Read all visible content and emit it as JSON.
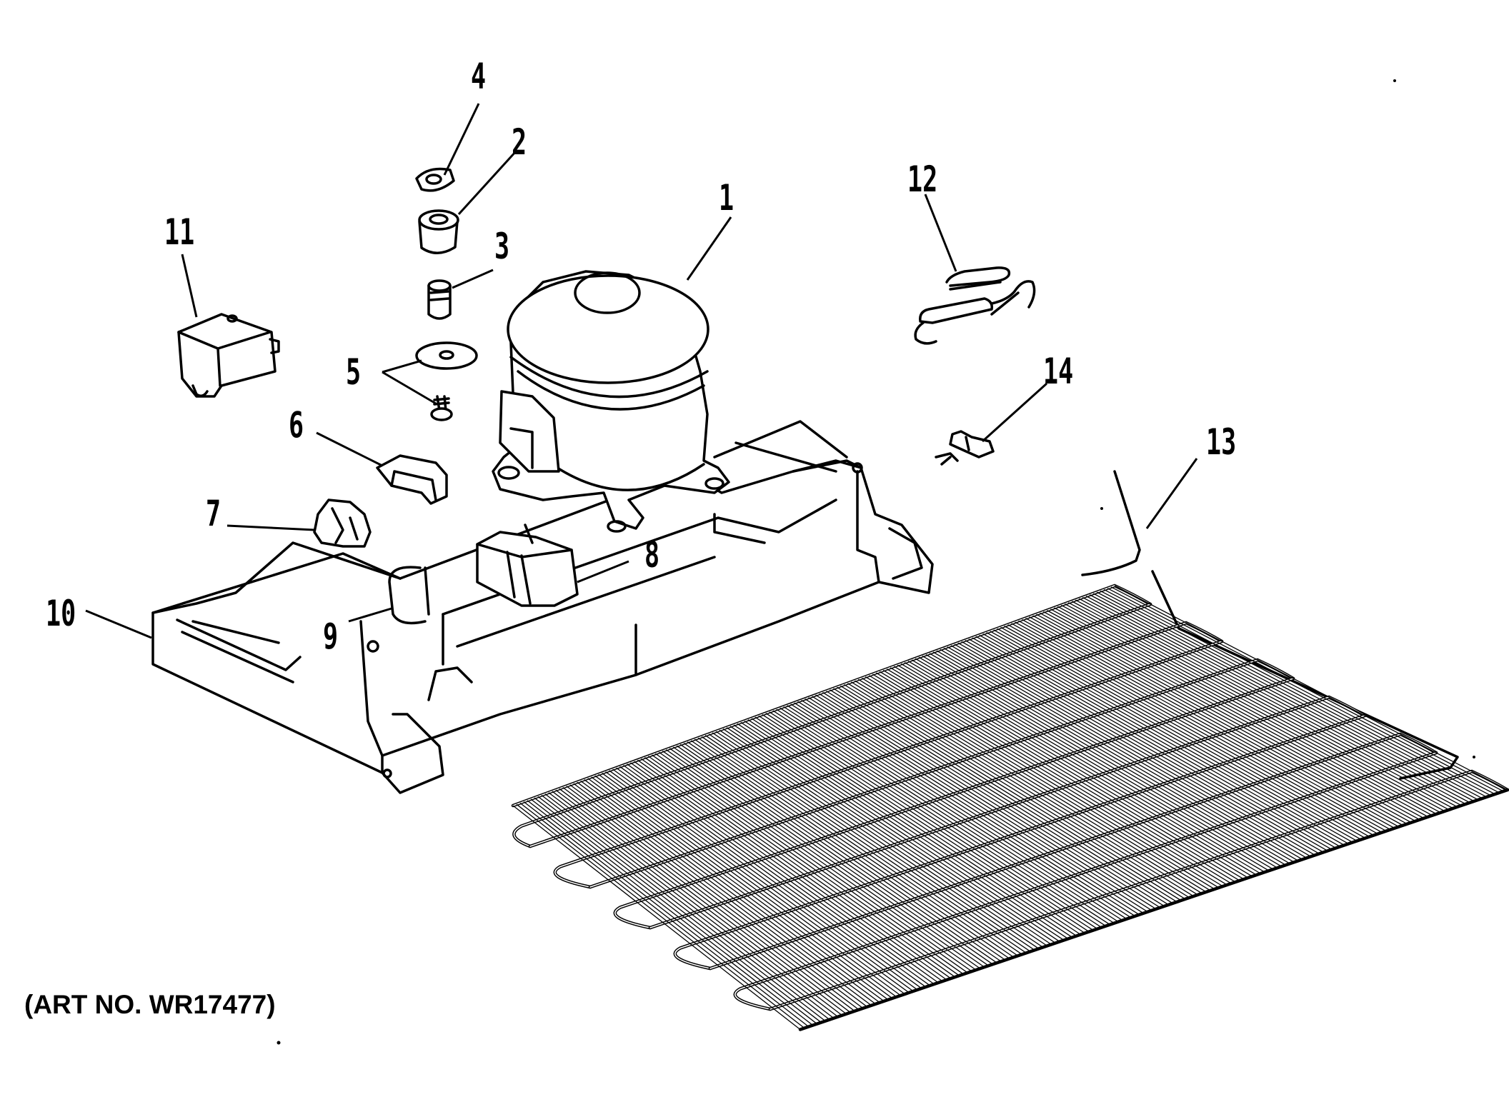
{
  "diagram": {
    "art_number": "(ART NO. WR17477)",
    "callouts": [
      {
        "id": "1",
        "label": "1"
      },
      {
        "id": "2",
        "label": "2"
      },
      {
        "id": "3",
        "label": "3"
      },
      {
        "id": "4",
        "label": "4"
      },
      {
        "id": "5",
        "label": "5"
      },
      {
        "id": "6",
        "label": "6"
      },
      {
        "id": "7",
        "label": "7"
      },
      {
        "id": "8",
        "label": "8"
      },
      {
        "id": "9",
        "label": "9"
      },
      {
        "id": "10",
        "label": "10"
      },
      {
        "id": "11",
        "label": "11"
      },
      {
        "id": "12",
        "label": "12"
      },
      {
        "id": "13",
        "label": "13"
      },
      {
        "id": "14",
        "label": "14"
      }
    ]
  }
}
